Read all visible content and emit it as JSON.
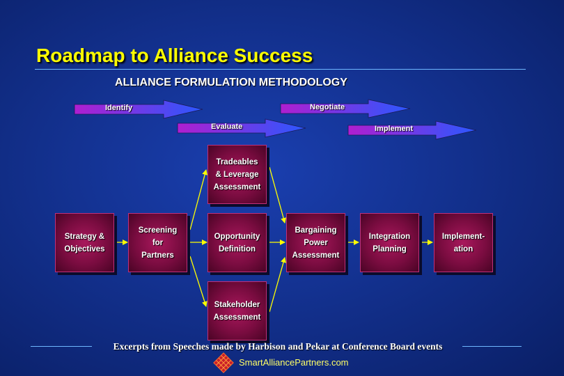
{
  "header": {
    "title": "Roadmap to Alliance Success",
    "subtitle": "ALLIANCE FORMULATION METHODOLOGY"
  },
  "phases": [
    {
      "label": "Identify"
    },
    {
      "label": "Evaluate"
    },
    {
      "label": "Negotiate"
    },
    {
      "label": "Implement"
    }
  ],
  "steps": {
    "strategy": "Strategy &\nObjectives",
    "screening": "Screening\nfor\nPartners",
    "tradeables": "Tradeables\n& Leverage\nAssessment",
    "opportunity": "Opportunity\nDefinition",
    "stakeholder": "Stakeholder\nAssessment",
    "bargaining": "Bargaining\nPower\nAssessment",
    "integration": "Integration\nPlanning",
    "implementation": "Implement-\nation"
  },
  "footer": {
    "note": "Excerpts from Speeches made by Harbison and Pekar at Conference Board events",
    "site": "SmartAlliancePartners.com"
  },
  "colors": {
    "title": "#ffff00",
    "box": "#7a0c40",
    "arrow_connector": "#ffff00",
    "phase_start": "#b01ed0",
    "phase_end": "#2a58ff",
    "rule": "#6fb8ff"
  }
}
